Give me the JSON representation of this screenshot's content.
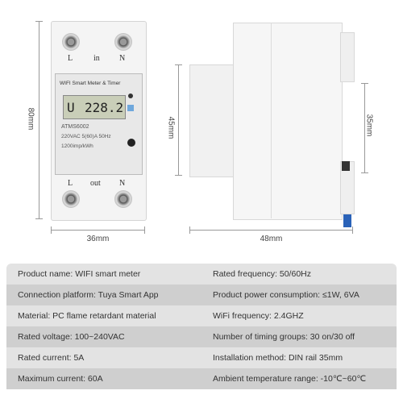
{
  "dimensions": {
    "height_front": "80mm",
    "width_front": "36mm",
    "height_side": "45mm",
    "height_rail": "35mm",
    "width_side": "48mm"
  },
  "meter": {
    "top_label_l": "L",
    "top_label_in": "in",
    "top_label_n": "N",
    "title": "WIFI Smart Meter & Timer",
    "lcd_unit": "U",
    "lcd_value": "228.2",
    "model": "ATMS6002",
    "rating": "220VAC  5(60)A  50Hz",
    "impulse": "1200imp/kWh",
    "bottom_label_l": "L",
    "bottom_label_out": "out",
    "bottom_label_n": "N"
  },
  "specs": [
    {
      "left": "Product name: WIFI smart meter",
      "right": "Rated frequency: 50/60Hz"
    },
    {
      "left": "Connection platform: Tuya Smart App",
      "right": "Product power consumption: ≤1W, 6VA"
    },
    {
      "left": "Material: PC flame retardant material",
      "right": "WiFi frequency: 2.4GHZ"
    },
    {
      "left": "Rated voltage: 100~240VAC",
      "right": "Number of timing groups: 30 on/30 off"
    },
    {
      "left": "Rated current: 5A",
      "right": "Installation method: DIN rail 35mm"
    },
    {
      "left": "Maximum current: 60A",
      "right": "Ambient temperature range: -10℃~60℃"
    }
  ]
}
